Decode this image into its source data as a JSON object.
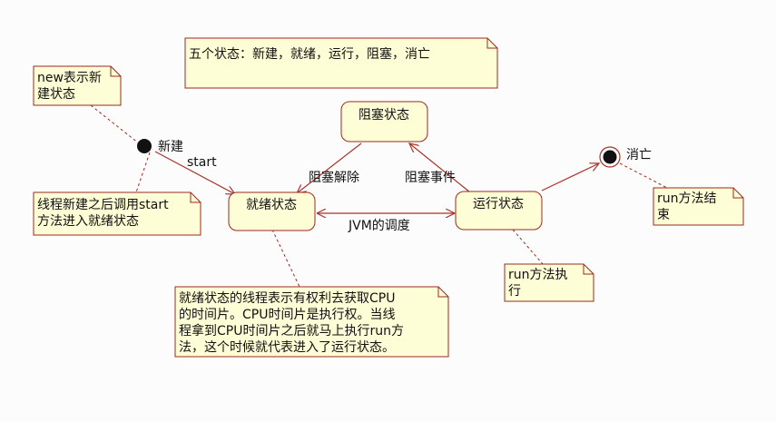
{
  "title_note": "五个状态：新建，就绪，运行，阻塞，消亡",
  "states": {
    "blocked": "阻塞状态",
    "ready": "就绪状态",
    "running": "运行状态"
  },
  "pseudo": {
    "initial_label": "新建",
    "final_label": "消亡"
  },
  "transitions": {
    "start": "start",
    "unblock": "阻塞解除",
    "block_event": "阻塞事件",
    "jvm_schedule": "JVM的调度"
  },
  "notes": {
    "new_note": [
      "new表示新",
      "建状态"
    ],
    "thread_note": [
      "线程新建之后调用start",
      "方法进入就绪状态"
    ],
    "ready_note": [
      "就绪状态的线程表示有权利去获取CPU",
      "的时间片。CPU时间片是执行权。当线",
      "程拿到CPU时间片之后就马上执行run方",
      "法，这个时候就代表进入了运行状态。"
    ],
    "run_note": [
      "run方法执",
      "行"
    ],
    "end_note": [
      "run方法结",
      "束"
    ]
  },
  "colors": {
    "note_fill": "#fdfdd6",
    "note_border": "#9b2a1f",
    "state_fill": "#fdfdd6",
    "arrow": "#a8332a",
    "dash": "#9b2a1f",
    "background": "#fcfcfc"
  }
}
